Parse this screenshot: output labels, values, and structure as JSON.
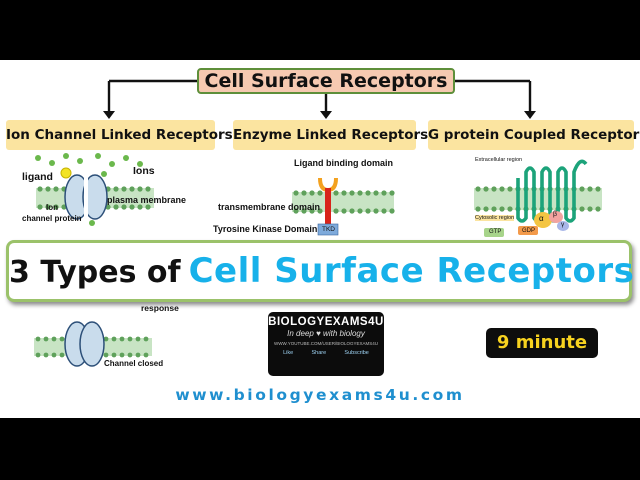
{
  "title": "Cell Surface Receptors",
  "categories": [
    "Ion Channel Linked Receptors",
    "Enzyme Linked Receptors",
    "G protein Coupled Receptors"
  ],
  "ion_channel": {
    "ligand": "ligand",
    "ions": "Ions",
    "plasma_membrane": "plasma membrane",
    "ion_channel_protein_1": "Ion",
    "ion_channel_protein_2": "channel protein",
    "response": "response",
    "channel_closed": "Channel closed"
  },
  "enzyme": {
    "ligand_binding_domain": "Ligand binding domain",
    "transmembrane_domain": "transmembrane domain",
    "tyrosine_kinase_domain": "Tyrosine Kinase Domain",
    "tkd": "TKD"
  },
  "gpcr": {
    "extracellular": "Extracellular region",
    "cytosolic": "Cytosolic region",
    "gtp": "GTP",
    "gdp": "GDP",
    "alpha": "α",
    "beta": "β",
    "gamma": "γ"
  },
  "banner": {
    "prefix": "3 Types of",
    "highlight": "Cell Surface Receptors"
  },
  "duration_badge": "9 minute",
  "logo": {
    "brand": "BIOLOGYEXAMS4U",
    "tagline": "In deep ♥ with biology",
    "url": "WWW.YOUTUBE.COM/USER/BIOLOGYEXAMS4U",
    "like": "Like",
    "share": "Share",
    "subscribe": "Subscribe"
  },
  "website": "www.biologyexams4u.com",
  "colors": {
    "title_bg": "#f6c9b1",
    "category_bg": "#fbe4a0",
    "banner_border": "#9bc26a",
    "highlight_text": "#17b1ea",
    "badge_text": "#f7d21f",
    "website_text": "#1f8fcf"
  }
}
